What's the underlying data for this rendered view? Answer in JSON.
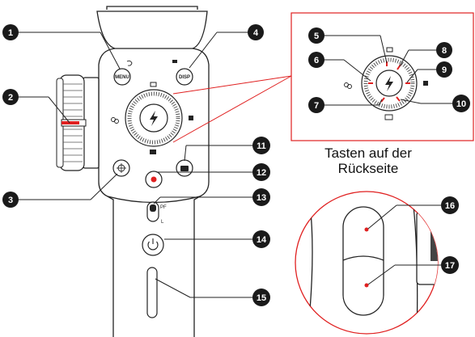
{
  "caption": {
    "line1": "Tasten auf der",
    "line2": "Rückseite"
  },
  "labels": {
    "menu_button": "MENU",
    "disp_button": "DISP",
    "switch_pf": "PF",
    "switch_l": "L"
  },
  "callouts": [
    "1",
    "2",
    "3",
    "4",
    "5",
    "6",
    "7",
    "8",
    "9",
    "10",
    "11",
    "12",
    "13",
    "14",
    "15",
    "16",
    "17"
  ],
  "colors": {
    "callout_fill": "#1a1a1a",
    "highlight_red": "#e02020",
    "outline": "#222222"
  },
  "icons": [
    "arrow-back-icon",
    "camera-icon",
    "grid-icon",
    "exposure-icon",
    "focus-icon",
    "playback-icon",
    "lightning-icon",
    "record-icon",
    "crosshair-icon",
    "power-icon"
  ]
}
